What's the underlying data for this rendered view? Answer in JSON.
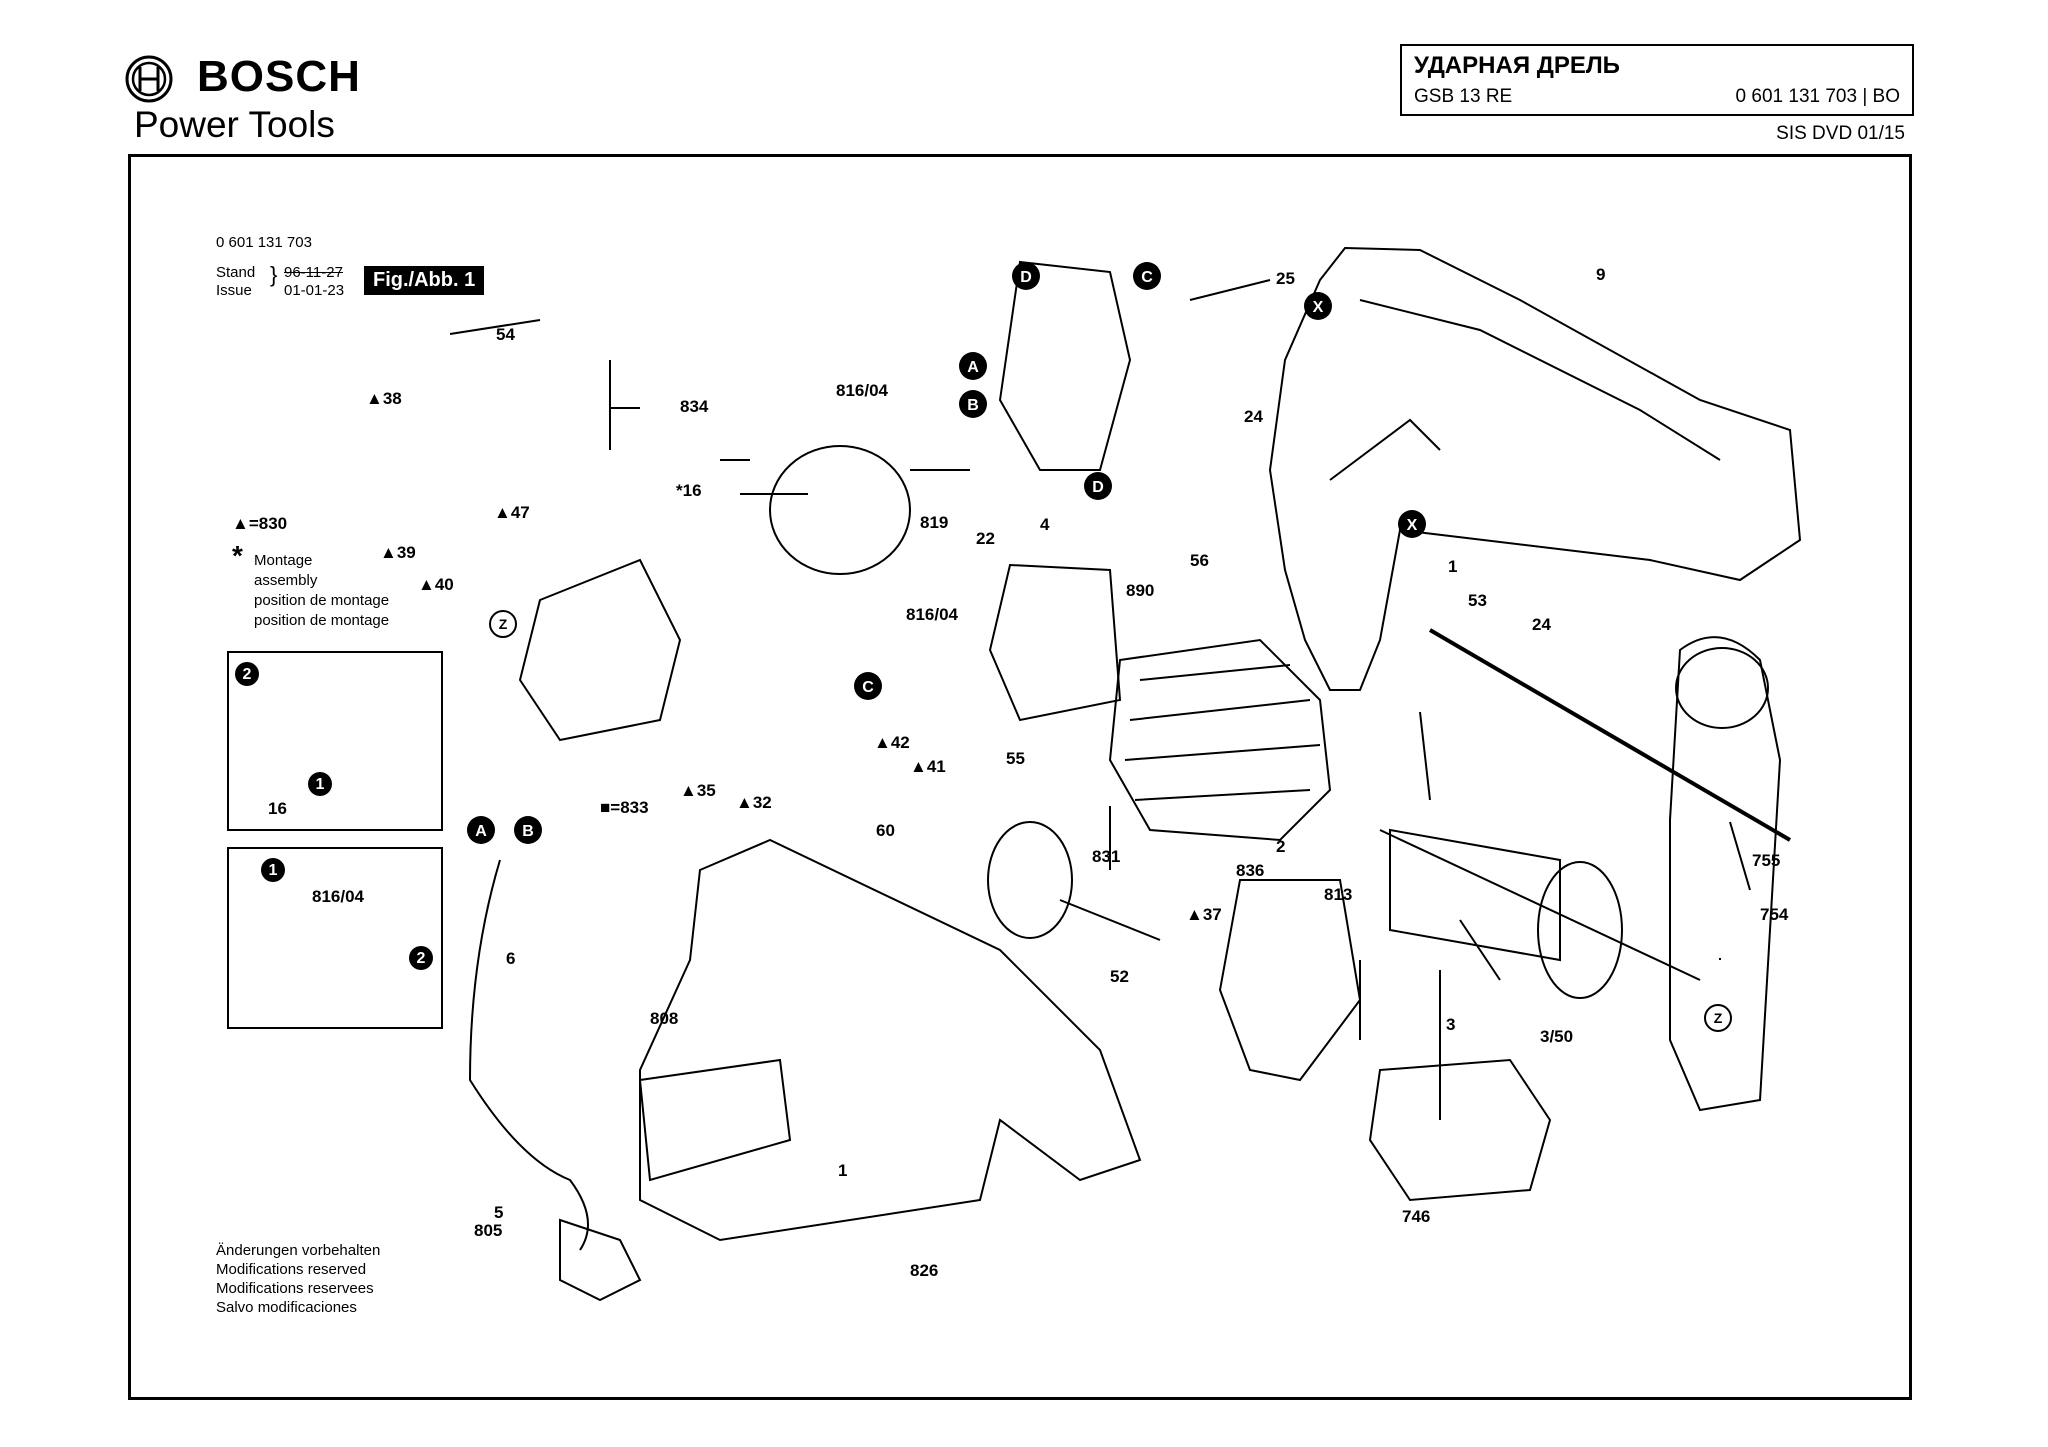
{
  "header": {
    "brand": "BOSCH",
    "subbrand": "Power Tools",
    "title": "УДАРНАЯ ДРЕЛЬ",
    "model": "GSB 13 RE",
    "part_code": "0 601 131 703 | BO",
    "sis": "SIS DVD 01/15"
  },
  "meta": {
    "drawing_number": "0 601 131 703",
    "stand": "Stand",
    "issue": "Issue",
    "issue_date_struck": "96-11-27",
    "issue_date": "01-01-23",
    "figure": "Fig./Abb. 1"
  },
  "legend": {
    "triangle_830": "▲=830",
    "montage": [
      "Montage",
      "assembly",
      "position de montage",
      "position de montage"
    ],
    "square_833": "■=833"
  },
  "footer": [
    "Änderungen vorbehalten",
    "Modifications reserved",
    "Modifications reservees",
    "Salvo modificaciones"
  ],
  "callouts": [
    "A",
    "B",
    "C",
    "D",
    "X",
    "Z",
    "1",
    "2"
  ],
  "parts": [
    "1",
    "2",
    "3",
    "3/50",
    "4",
    "5",
    "6",
    "9",
    "16",
    "22",
    "24",
    "25",
    "52",
    "53",
    "54",
    "55",
    "56",
    "60",
    "746",
    "754",
    "755",
    "805",
    "808",
    "813",
    "816/04",
    "819",
    "826",
    "831",
    "834",
    "836",
    "890",
    "▲32",
    "▲35",
    "▲37",
    "▲38",
    "▲39",
    "▲40",
    "▲41",
    "▲42",
    "▲47",
    "*16"
  ],
  "colors": {
    "line": "#000000",
    "background": "#ffffff",
    "fig_label_bg": "#000000"
  }
}
